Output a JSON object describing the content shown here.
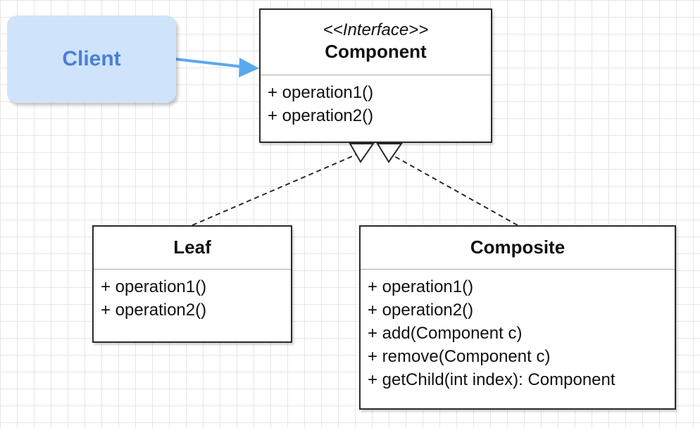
{
  "client": {
    "label": "Client"
  },
  "component": {
    "stereotype": "<<Interface>>",
    "name": "Component",
    "operations": [
      "+ operation1()",
      "+ operation2()"
    ]
  },
  "leaf": {
    "name": "Leaf",
    "operations": [
      "+ operation1()",
      "+ operation2()"
    ]
  },
  "composite": {
    "name": "Composite",
    "operations": [
      "+ operation1()",
      "+ operation2()",
      "+ add(Component c)",
      "+ remove(Component c)",
      "+ getChild(int index): Component"
    ]
  },
  "colors": {
    "client_fill": "#cfe3fb",
    "client_text": "#4a7fd6",
    "association_arrow": "#5aa9ee",
    "grid": "#e6e6e6",
    "line": "#2a2a2a"
  }
}
